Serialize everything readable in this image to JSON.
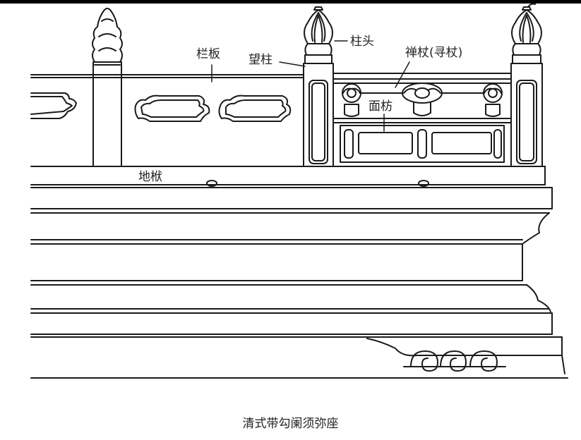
{
  "labels": {
    "lanban": "栏板",
    "zhutou": "柱头",
    "wangzhu": "望柱",
    "chanzhang": "禅杖(寻杖)",
    "mianfang": "面枋",
    "difu": "地栿"
  },
  "caption": "清式带勾阑须弥座",
  "colors": {
    "line": "#1a1a1a",
    "background": "#ffffff"
  }
}
